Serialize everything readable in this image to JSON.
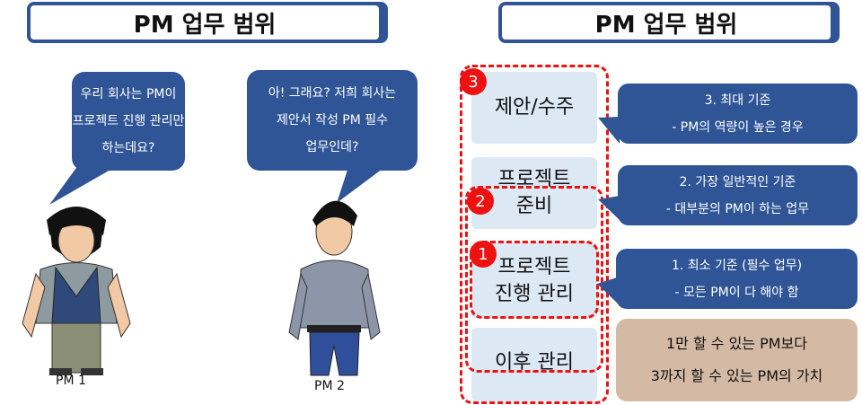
{
  "left": {
    "title": "PM 업무 범위",
    "pm1": {
      "lines": [
        "우리 회사는 PM이",
        "프로젝트 진행 관리만",
        "하는데요?"
      ],
      "label": "PM 1"
    },
    "pm2": {
      "lines": [
        "아! 그래요? 저희 회사는",
        "제안서 작성 PM 필수",
        "업무인데?"
      ],
      "label": "PM 2"
    }
  },
  "right": {
    "title": "PM 업무 범위",
    "stages": [
      {
        "lines": [
          "제안/수주"
        ]
      },
      {
        "lines": [
          "프로젝트",
          "준비"
        ]
      },
      {
        "lines": [
          "프로젝트",
          "진행 관리"
        ]
      },
      {
        "lines": [
          "이후 관리"
        ]
      }
    ],
    "badges": [
      "3",
      "2",
      "1"
    ],
    "callouts": [
      {
        "lines": [
          "3. 최대 기준",
          "- PM의 역량이 높은 경우"
        ]
      },
      {
        "lines": [
          "2. 가장 일반적인 기준",
          "- 대부분의 PM이 하는 업무"
        ]
      },
      {
        "lines": [
          "1. 최소 기준 (필수 업무)",
          "- 모든 PM이 다 해야 함"
        ]
      }
    ],
    "summary": [
      "1만 할 수 있는 PM보다",
      "3까지 할 수 있는 PM의 가치"
    ]
  },
  "colors": {
    "blue": "#2f5597",
    "red": "#ee1111",
    "stage": "#dde8f5",
    "tan": "#d4b9a4"
  }
}
